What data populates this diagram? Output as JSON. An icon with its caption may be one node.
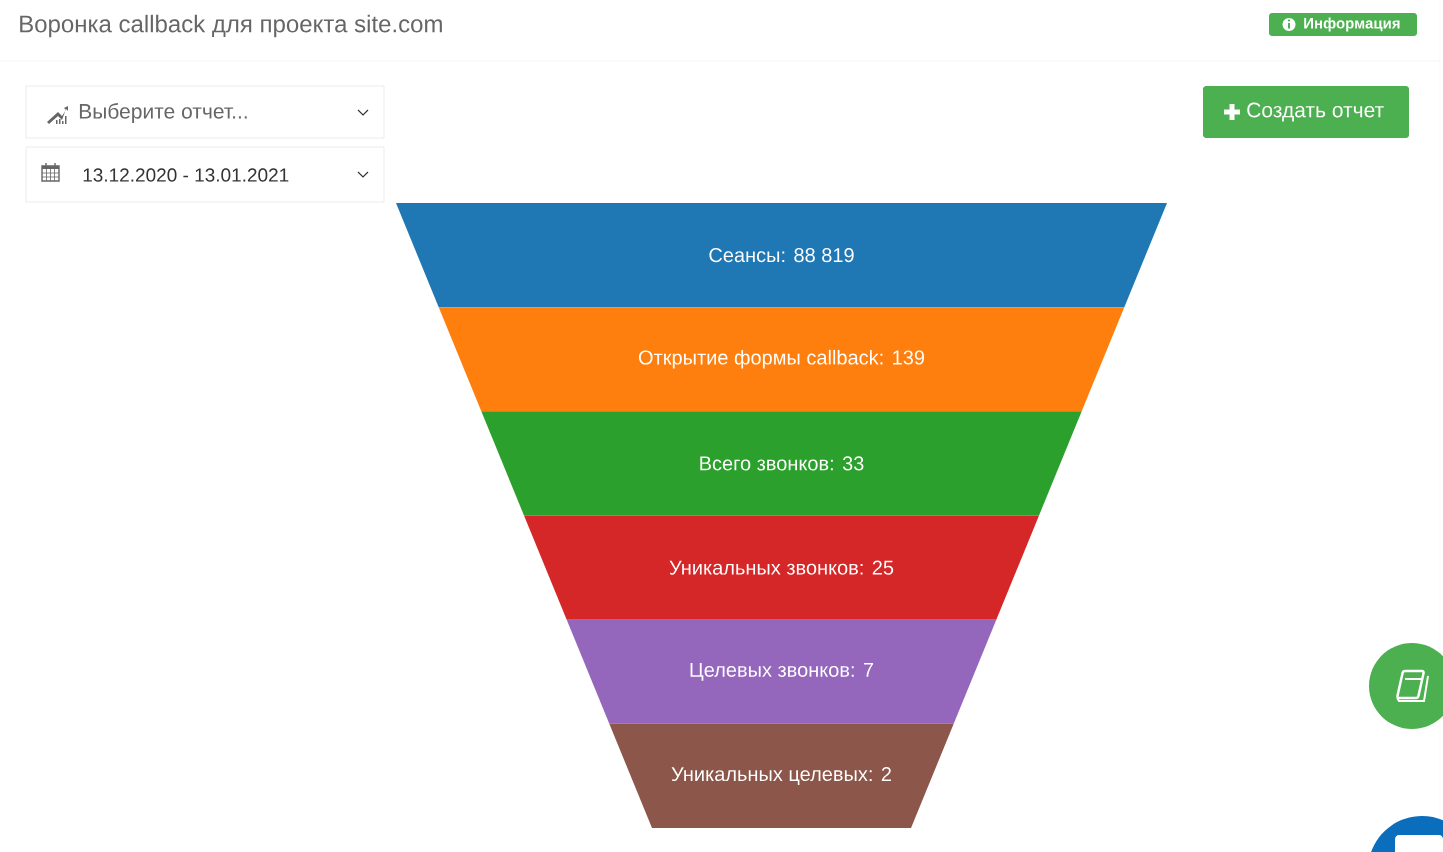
{
  "diagram": {
    "title": "Воронка callback для проекта site.com",
    "nodes": [
      {
        "text": [
          "Сеансы: 88 819"
        ]
      },
      {
        "text": [
          "Открытие формы callback: 139"
        ]
      },
      {
        "text": [
          "Всего звонков: 33"
        ]
      },
      {
        "text": [
          "Уникальных звонков: 25"
        ]
      },
      {
        "text": [
          "Целевых звонков: 7"
        ]
      },
      {
        "text": [
          "Уникальных целевых: 2"
        ]
      }
    ],
    "labels": [
      "Информация",
      "Выберите отчет...",
      "Создать отчет",
      "13.12.2020 - 13.01.2021"
    ]
  }
}
